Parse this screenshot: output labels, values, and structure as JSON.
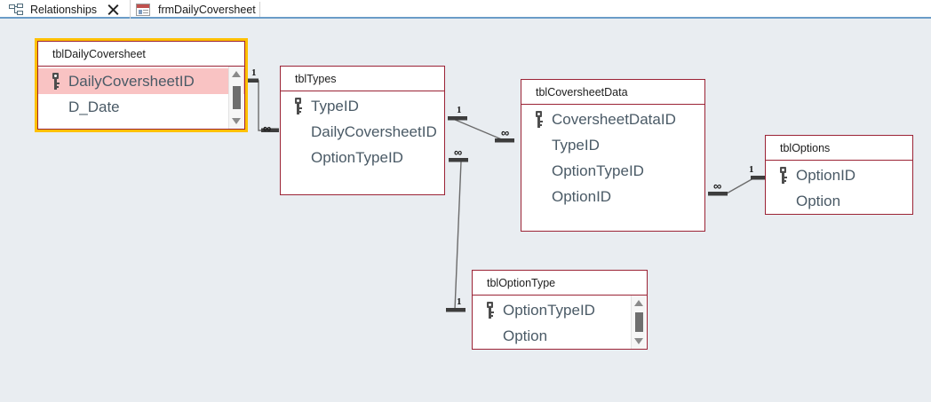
{
  "window": {
    "background_color": "#e9edf1"
  },
  "tabs": [
    {
      "label": "Relationships",
      "icon": "relationships-icon",
      "active": true,
      "closable": true
    },
    {
      "label": "frmDailyCoversheet",
      "icon": "form-icon",
      "active": false,
      "closable": false
    }
  ],
  "tables": [
    {
      "id": "tblDailyCoversheet",
      "title": "tblDailyCoversheet",
      "selected": true,
      "has_scrollbar": true,
      "fields": [
        {
          "name": "DailyCoversheetID",
          "primary_key": true,
          "selected": true
        },
        {
          "name": "D_Date",
          "primary_key": false,
          "selected": false
        }
      ]
    },
    {
      "id": "tblTypes",
      "title": "tblTypes",
      "selected": false,
      "has_scrollbar": false,
      "fields": [
        {
          "name": "TypeID",
          "primary_key": true,
          "selected": false
        },
        {
          "name": "DailyCoversheetID",
          "primary_key": false,
          "selected": false
        },
        {
          "name": "OptionTypeID",
          "primary_key": false,
          "selected": false
        }
      ]
    },
    {
      "id": "tblCoversheetData",
      "title": "tblCoversheetData",
      "selected": false,
      "has_scrollbar": false,
      "fields": [
        {
          "name": "CoversheetDataID",
          "primary_key": true,
          "selected": false
        },
        {
          "name": "TypeID",
          "primary_key": false,
          "selected": false
        },
        {
          "name": "OptionTypeID",
          "primary_key": false,
          "selected": false
        },
        {
          "name": "OptionID",
          "primary_key": false,
          "selected": false
        }
      ]
    },
    {
      "id": "tblOptions",
      "title": "tblOptions",
      "selected": false,
      "has_scrollbar": false,
      "fields": [
        {
          "name": "OptionID",
          "primary_key": true,
          "selected": false
        },
        {
          "name": "Option",
          "primary_key": false,
          "selected": false
        }
      ]
    },
    {
      "id": "tblOptionType",
      "title": "tblOptionType",
      "selected": false,
      "has_scrollbar": true,
      "fields": [
        {
          "name": "OptionTypeID",
          "primary_key": true,
          "selected": false
        },
        {
          "name": "Option",
          "primary_key": false,
          "selected": false
        }
      ]
    }
  ],
  "relationships": [
    {
      "from": "tblDailyCoversheet",
      "to": "tblTypes",
      "one_label": "1",
      "many_label": "∞"
    },
    {
      "from": "tblTypes",
      "to": "tblCoversheetData",
      "one_label": "1",
      "many_label": "∞"
    },
    {
      "from": "tblOptionType",
      "to": "tblTypes",
      "one_label": "1",
      "many_label": "∞"
    },
    {
      "from": "tblOptions",
      "to": "tblCoversheetData",
      "one_label": "1",
      "many_label": "∞"
    }
  ],
  "colors": {
    "table_border": "#9b2335",
    "selection_outline": "#ffc000",
    "selected_field_fill": "#f9c3c3",
    "field_text": "#4a5a66",
    "canvas": "#e9edf1",
    "tab_underline": "#6a9cc8"
  }
}
